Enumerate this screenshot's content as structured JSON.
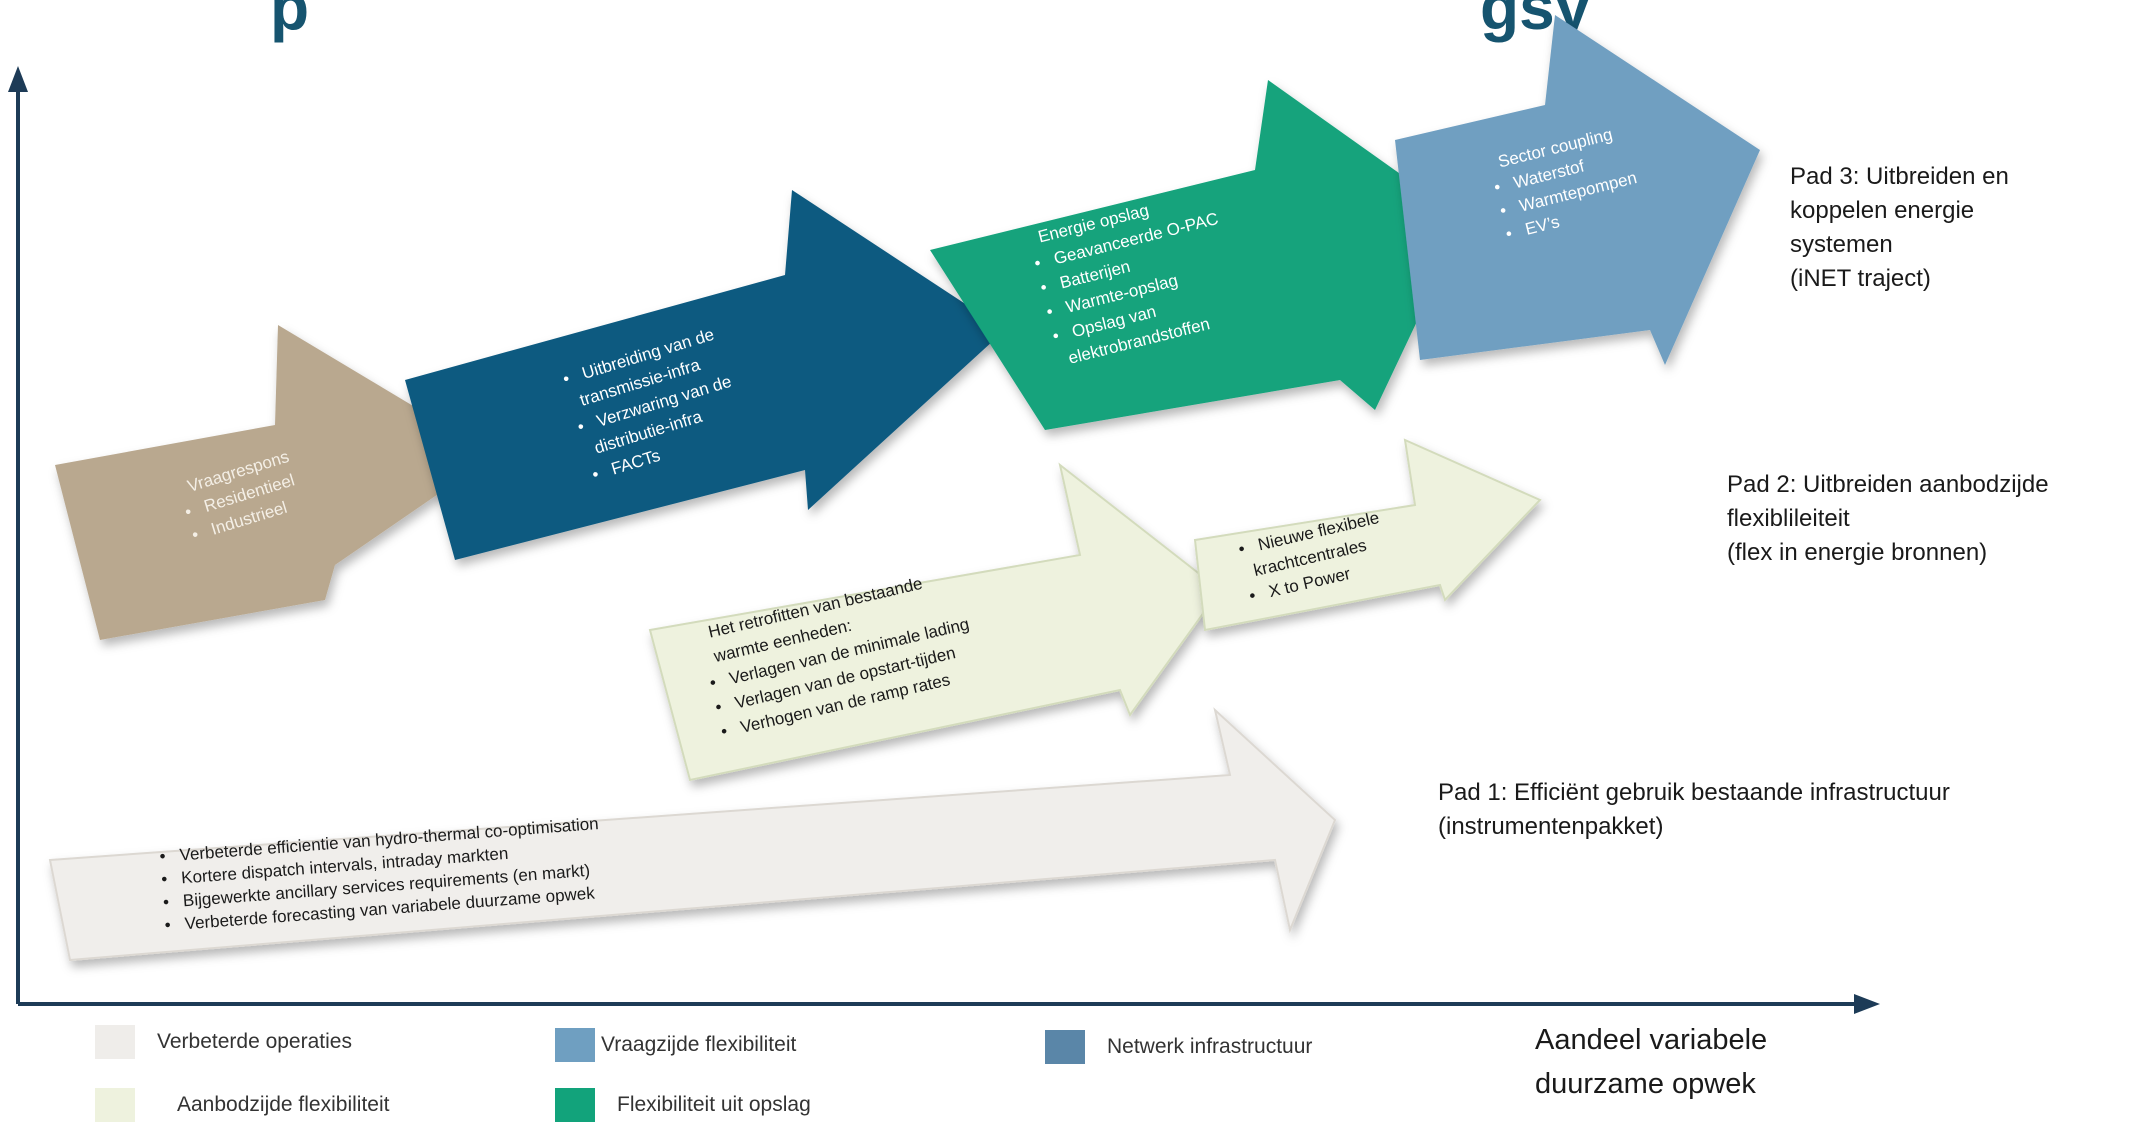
{
  "header": {
    "title_left": "p",
    "title_right": "gsy"
  },
  "axis": {
    "x_label_line1": "Aandeel variabele",
    "x_label_line2": "duurzame opwek"
  },
  "colors": {
    "tan": "#b9a88f",
    "navy": "#0d5a80",
    "green": "#12a37b",
    "steel": "#6f9fc1",
    "light_green": "#eef2de",
    "light_gray": "#f0eeeb",
    "netwerk": "#5a86a8",
    "title": "#16546f"
  },
  "arrows": {
    "vraag": {
      "lines": [
        "Vraagrespons",
        "Residentieel",
        "Industrieel"
      ],
      "bullets": [
        false,
        true,
        true
      ]
    },
    "transmissie": {
      "lines": [
        "Uitbreiding van de",
        "transmissie-infra",
        "Verzwaring van de",
        "distributie-infra",
        "FACTs"
      ],
      "bullets": [
        true,
        false,
        true,
        false,
        true
      ]
    },
    "opslag": {
      "lines": [
        "Energie opslag",
        "Geavanceerde O-PAC",
        "Batterijen",
        "Warmte-opslag",
        "Opslag van",
        "elektrobrandstoffen"
      ],
      "bullets": [
        false,
        true,
        true,
        true,
        true,
        false
      ]
    },
    "sector": {
      "lines": [
        "Sector coupling",
        "Waterstof",
        "Warmtepompen",
        "EV’s"
      ],
      "bullets": [
        false,
        true,
        true,
        true
      ]
    },
    "retrofit": {
      "lines": [
        "Het retrofitten van bestaande",
        "warmte eenheden:",
        "Verlagen van de minimale lading",
        "Verlagen van de opstart-tijden",
        "Verhogen van de ramp rates"
      ],
      "bullets": [
        false,
        false,
        true,
        true,
        true
      ]
    },
    "nieuwe": {
      "lines": [
        "Nieuwe flexibele",
        "krachtcentrales",
        "X to Power"
      ],
      "bullets": [
        true,
        false,
        true
      ]
    },
    "operaties": {
      "lines": [
        "Verbeterde efficientie van hydro-thermal co-optimisation",
        "Kortere dispatch intervals, intraday markten",
        "Bijgewerkte ancillary services requirements (en markt)",
        "Verbeterde forecasting van variabele duurzame opwek"
      ],
      "bullets": [
        true,
        true,
        true,
        true
      ]
    }
  },
  "paths": {
    "pad3": [
      "Pad 3: Uitbreiden en",
      "koppelen energie",
      "systemen",
      "(iNET traject)"
    ],
    "pad2": [
      "Pad 2: Uitbreiden aanbodzijde",
      "flexiblileiteit",
      "(flex in energie bronnen)"
    ],
    "pad1": [
      "Pad 1: Efficiënt gebruik bestaande infrastructuur",
      "(instrumentenpakket)"
    ]
  },
  "legend": [
    {
      "label": "Verbeterde operaties",
      "color": "#efedea"
    },
    {
      "label": "Vraagzijde flexibiliteit",
      "color": "#6f9fc1"
    },
    {
      "label": "Netwerk infrastructuur",
      "color": "#5a86a8"
    },
    {
      "label": "Aanbodzijde flexibiliteit",
      "color": "#eef2de"
    },
    {
      "label": "Flexibiliteit uit opslag",
      "color": "#12a37b"
    }
  ]
}
